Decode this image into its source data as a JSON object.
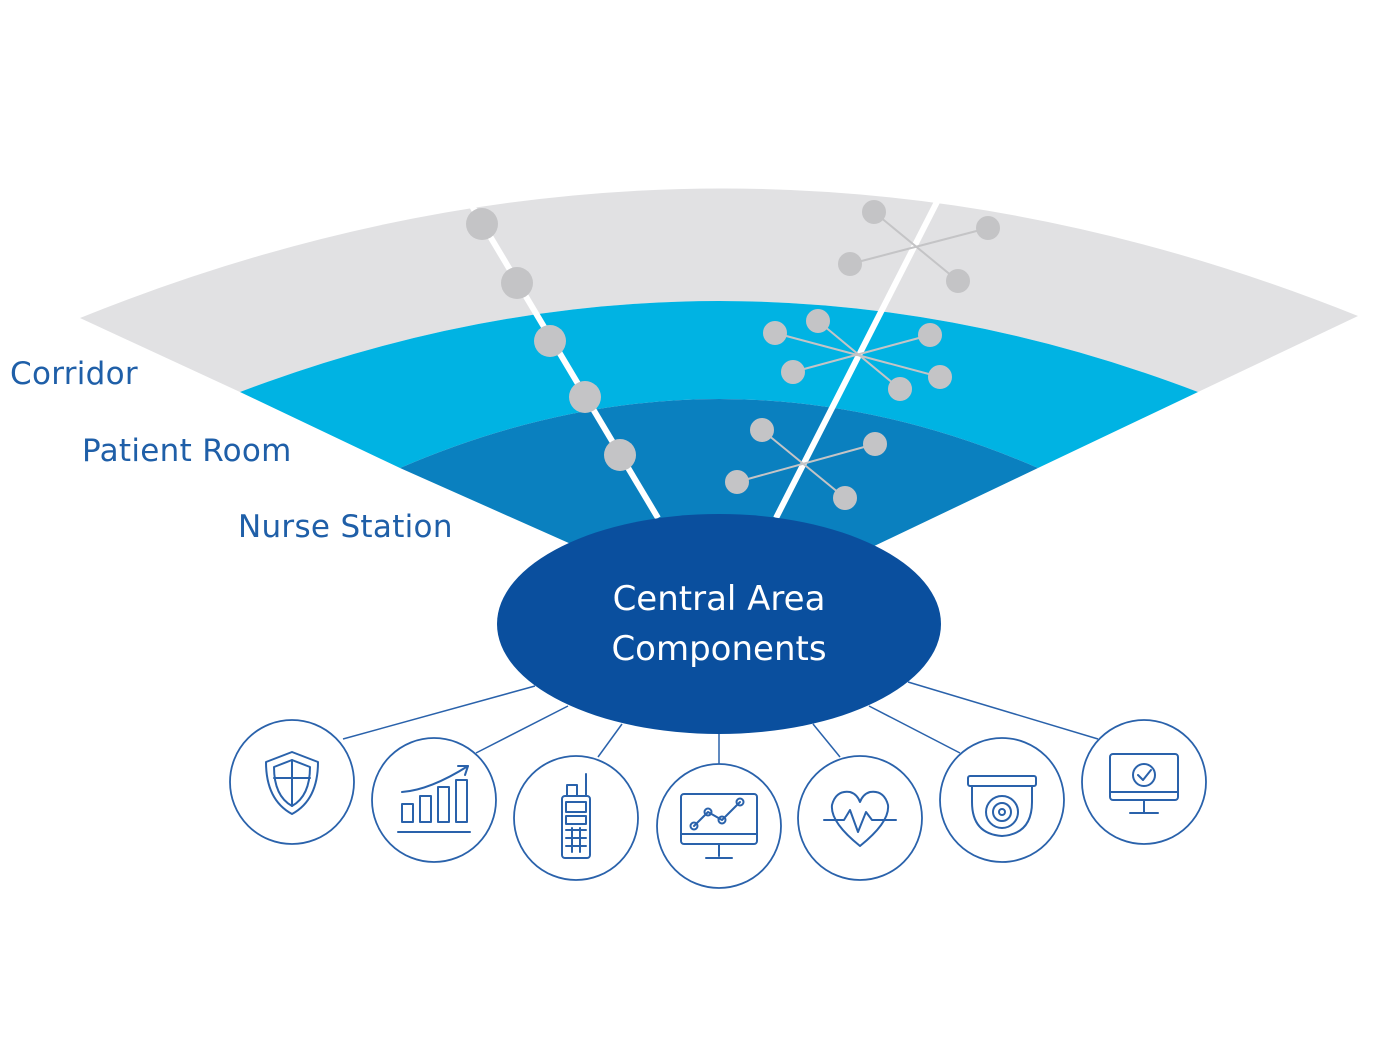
{
  "zones": {
    "corridor": "Corridor",
    "patient_room": "Patient Room",
    "nurse_station": "Nurse Station"
  },
  "hub": {
    "line1": "Central Area",
    "line2": "Components"
  },
  "components": [
    {
      "icon": "shield-icon"
    },
    {
      "icon": "growth-bar-chart-icon"
    },
    {
      "icon": "two-way-radio-icon"
    },
    {
      "icon": "monitor-analytics-icon"
    },
    {
      "icon": "heartbeat-icon"
    },
    {
      "icon": "security-camera-icon"
    },
    {
      "icon": "monitor-check-icon"
    }
  ],
  "colors": {
    "corridor": "#e1e1e3",
    "patient_room": "#00b3e3",
    "nurse_station": "#0a80bf",
    "hub": "#0a4f9e",
    "node": "#c4c4c6",
    "icon_stroke": "#2a62ab"
  }
}
